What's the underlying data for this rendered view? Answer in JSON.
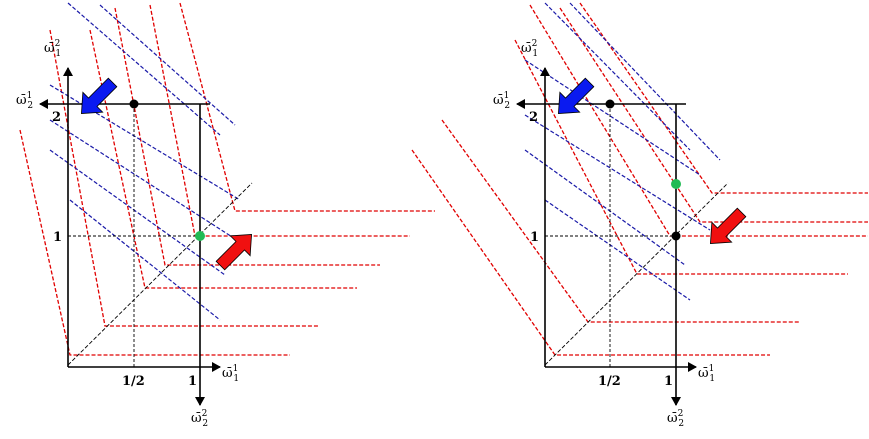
{
  "colors": {
    "axis": "#000000",
    "red_curve": "#e00000",
    "blue_curve": "#1a1aa8",
    "diagonal": "#000000",
    "blue_arrow": "#0a1af0",
    "red_arrow": "#f01010",
    "green_dot": "#22bb55",
    "black_dot": "#000000"
  },
  "icons": {
    "blue_arrow": "arrow-blue-icon",
    "red_arrow": "arrow-red-icon"
  },
  "panels": [
    {
      "name": "left-panel",
      "labels": {
        "y_axis_top": "ω̄",
        "y_axis_top_sup": "2",
        "y_axis_top_sub": "1",
        "x_axis_left": "ω̄",
        "x_axis_left_sup": "1",
        "x_axis_left_sub": "2",
        "x_axis_right": "ω̄",
        "x_axis_right_sup": "1",
        "x_axis_right_sub": "1",
        "y_axis_bottom": "ω̄",
        "y_axis_bottom_sup": "2",
        "y_axis_bottom_sub": "2",
        "tick_2": "2",
        "tick_1_y": "1",
        "tick_half": "1/2",
        "tick_1_x": "1"
      }
    },
    {
      "name": "right-panel",
      "labels": {
        "y_axis_top": "ω̄",
        "y_axis_top_sup": "2",
        "y_axis_top_sub": "1",
        "x_axis_left": "ω̄",
        "x_axis_left_sup": "1",
        "x_axis_left_sub": "2",
        "x_axis_right": "ω̄",
        "x_axis_right_sup": "1",
        "x_axis_right_sub": "1",
        "y_axis_bottom": "ω̄",
        "y_axis_bottom_sup": "2",
        "y_axis_bottom_sub": "2",
        "tick_2": "2",
        "tick_1_y": "1",
        "tick_half": "1/2",
        "tick_1_x": "1"
      }
    }
  ]
}
